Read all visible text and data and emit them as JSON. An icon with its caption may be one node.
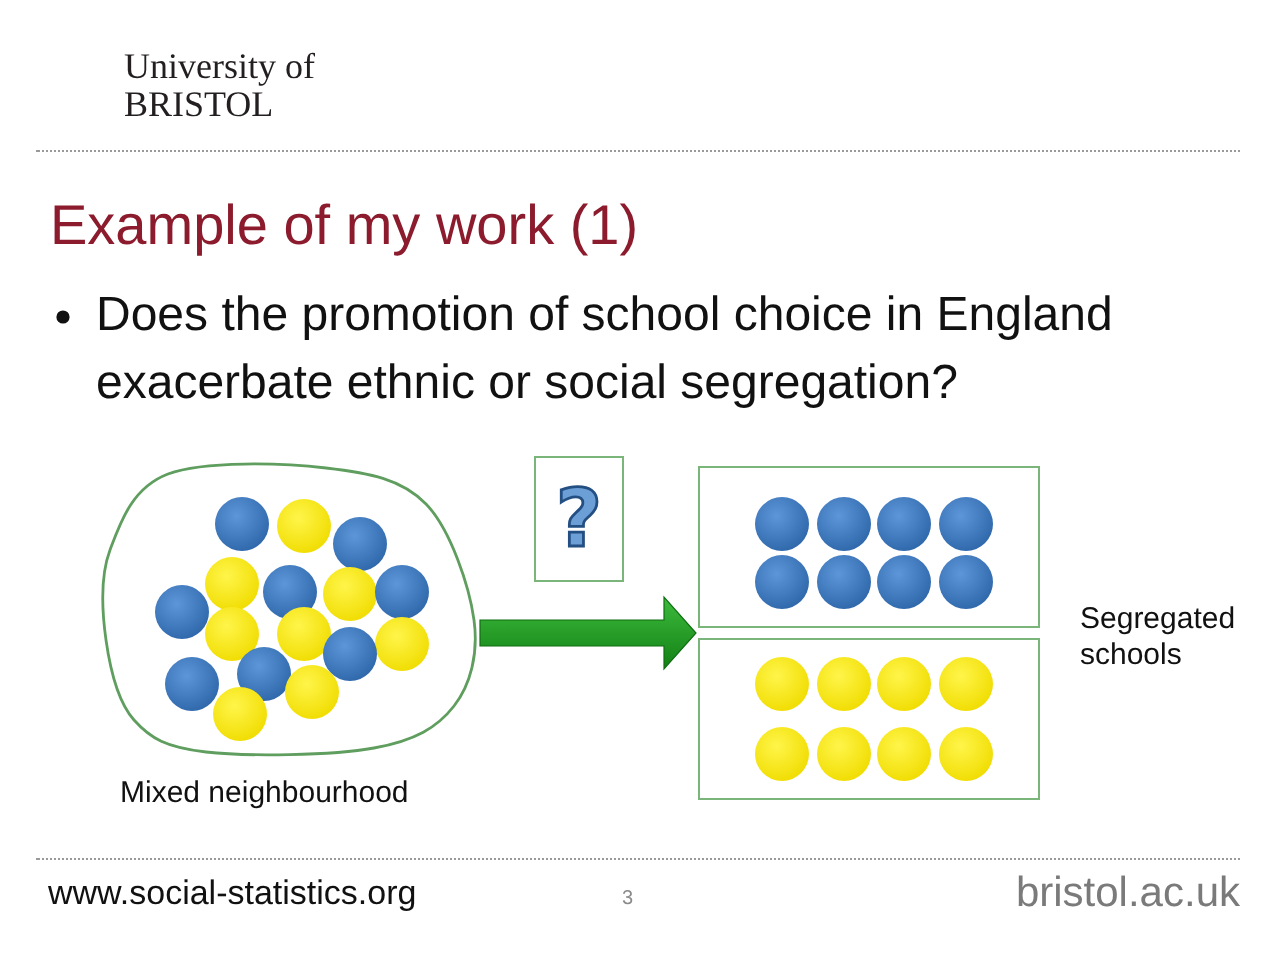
{
  "diagram": {
    "title": "Example of my work (1)",
    "nodes": [
      {
        "text": [],
        "shape": "blob",
        "beside": [
          "Mixed neighbourhood"
        ]
      },
      {
        "text": [
          "?"
        ]
      },
      {
        "text": [],
        "shape": "box"
      },
      {
        "text": [],
        "shape": "box"
      }
    ],
    "edges": [
      {
        "from": 0,
        "to": 2,
        "arrow": "to",
        "style": "thick"
      },
      {
        "from": 0,
        "to": 3,
        "arrow": "to",
        "style": "thick"
      }
    ],
    "labels": [
      "University of BRISTOL",
      "Does the promotion of school choice in England exacerbate ethnic or social segregation?",
      "Segregated schools",
      "www.social-statistics.org",
      "3",
      "bristol.ac.uk"
    ]
  }
}
